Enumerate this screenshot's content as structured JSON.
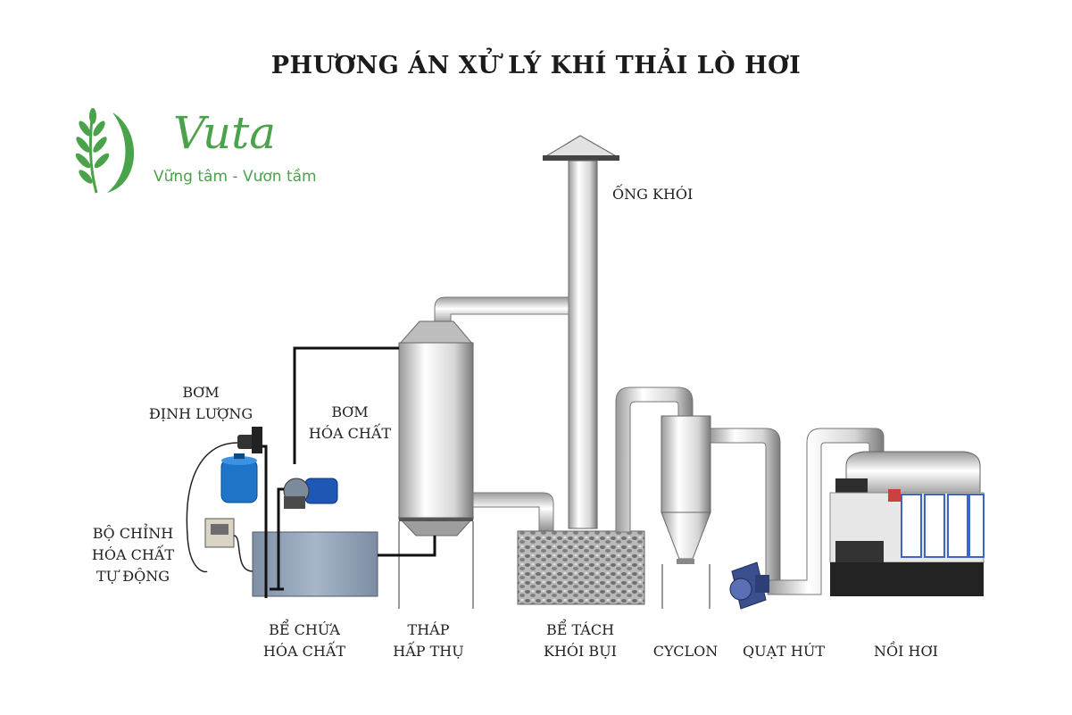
{
  "title": "PHƯƠNG ÁN XỬ LÝ KHÍ THẢI LÒ HƠI",
  "brand": {
    "name": "Vuta",
    "tagline": "Vững tâm - Vươn tầm",
    "color": "#4aa34a"
  },
  "labels": {
    "chimney": "ỐNG KHÓI",
    "dosing_pump_1": "BƠM",
    "dosing_pump_2": "ĐỊNH LƯỢNG",
    "chem_pump_1": "BƠM",
    "chem_pump_2": "HÓA CHẤT",
    "controller_1": "BỘ CHỈNH",
    "controller_2": "HÓA CHẤT",
    "controller_3": "TỰ ĐỘNG",
    "tank_1": "BỂ CHỨA",
    "tank_2": "HÓA CHẤT",
    "tower_1": "THÁP",
    "tower_2": "HẤP THỤ",
    "separator_1": "BỂ TÁCH",
    "separator_2": "KHÓI BỤI",
    "cyclon": "CYCLON",
    "fan": "QUẠT HÚT",
    "boiler": "NỒI HƠI"
  },
  "icons": [
    "logo-leaf-icon",
    "dosing-pump-icon",
    "water-tank-icon",
    "chemical-pump-icon",
    "controller-icon",
    "fan-icon",
    "boiler-icon"
  ]
}
